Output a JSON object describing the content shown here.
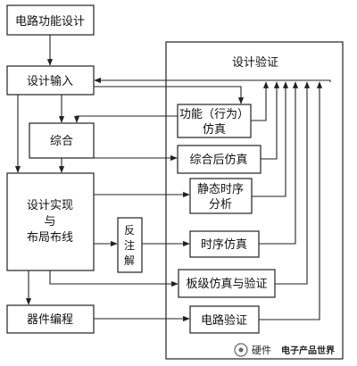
{
  "diagram": {
    "nodes": {
      "circuit_design": "电路功能设计",
      "design_input": "设计输入",
      "synthesis": "综合",
      "implementation_line1": "设计实现",
      "implementation_line2": "与",
      "implementation_line3": "布局布线",
      "back_annotation_1": "反",
      "back_annotation_2": "注",
      "back_annotation_3": "解",
      "device_programming": "器件编程",
      "verification_panel": "设计验证",
      "func_sim_line1": "功能（行为）",
      "func_sim_line2": "仿真",
      "post_synth_sim": "综合后仿真",
      "static_timing_line1": "静态时序",
      "static_timing_line2": "分析",
      "timing_sim": "时序仿真",
      "board_sim": "板级仿真与验证",
      "circuit_verify": "电路验证"
    },
    "watermark": {
      "part1": "硬件",
      "part2": "电子产品世界"
    }
  }
}
